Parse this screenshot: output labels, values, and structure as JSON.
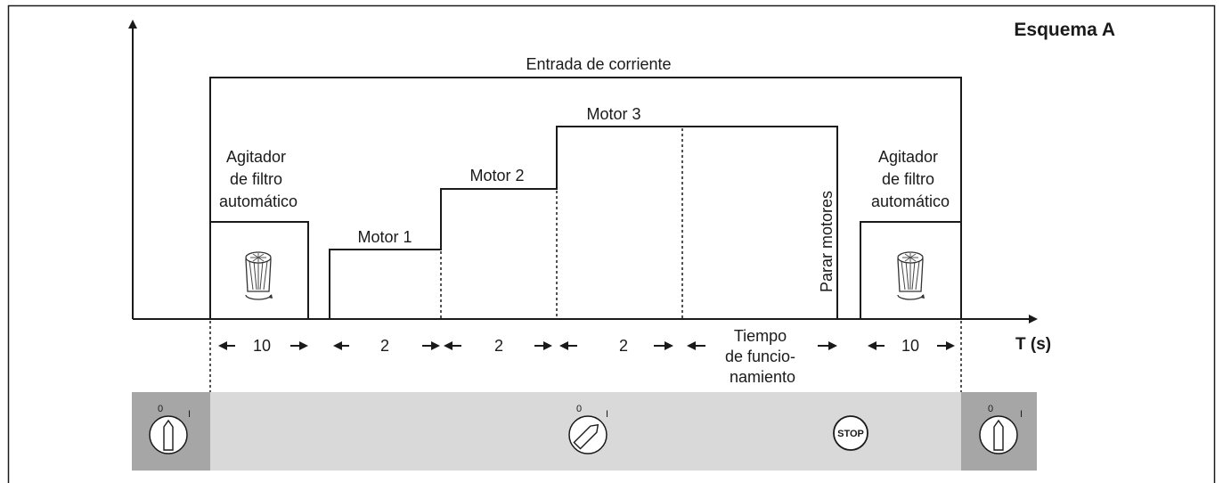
{
  "title": "Esquema A",
  "power_label": "Entrada de corriente",
  "agitator_left": [
    "Agitador",
    "de filtro",
    "automático"
  ],
  "agitator_right": [
    "Agitador",
    "de filtro",
    "automático"
  ],
  "motor1": "Motor 1",
  "motor2": "Motor 2",
  "motor3": "Motor 3",
  "stop_motors": "Parar motores",
  "time_axis_label": "T (s)",
  "durations": [
    "10",
    "2",
    "2",
    "2",
    "10"
  ],
  "runtime_label": [
    "Tiempo",
    "de funcio-",
    "namiento"
  ],
  "switch": {
    "off": "0",
    "on": "I"
  },
  "stop_button": "STOP",
  "colors": {
    "panel": "#d9d9d9",
    "panel_end": "#a6a6a6",
    "line": "#1a1a1a"
  }
}
